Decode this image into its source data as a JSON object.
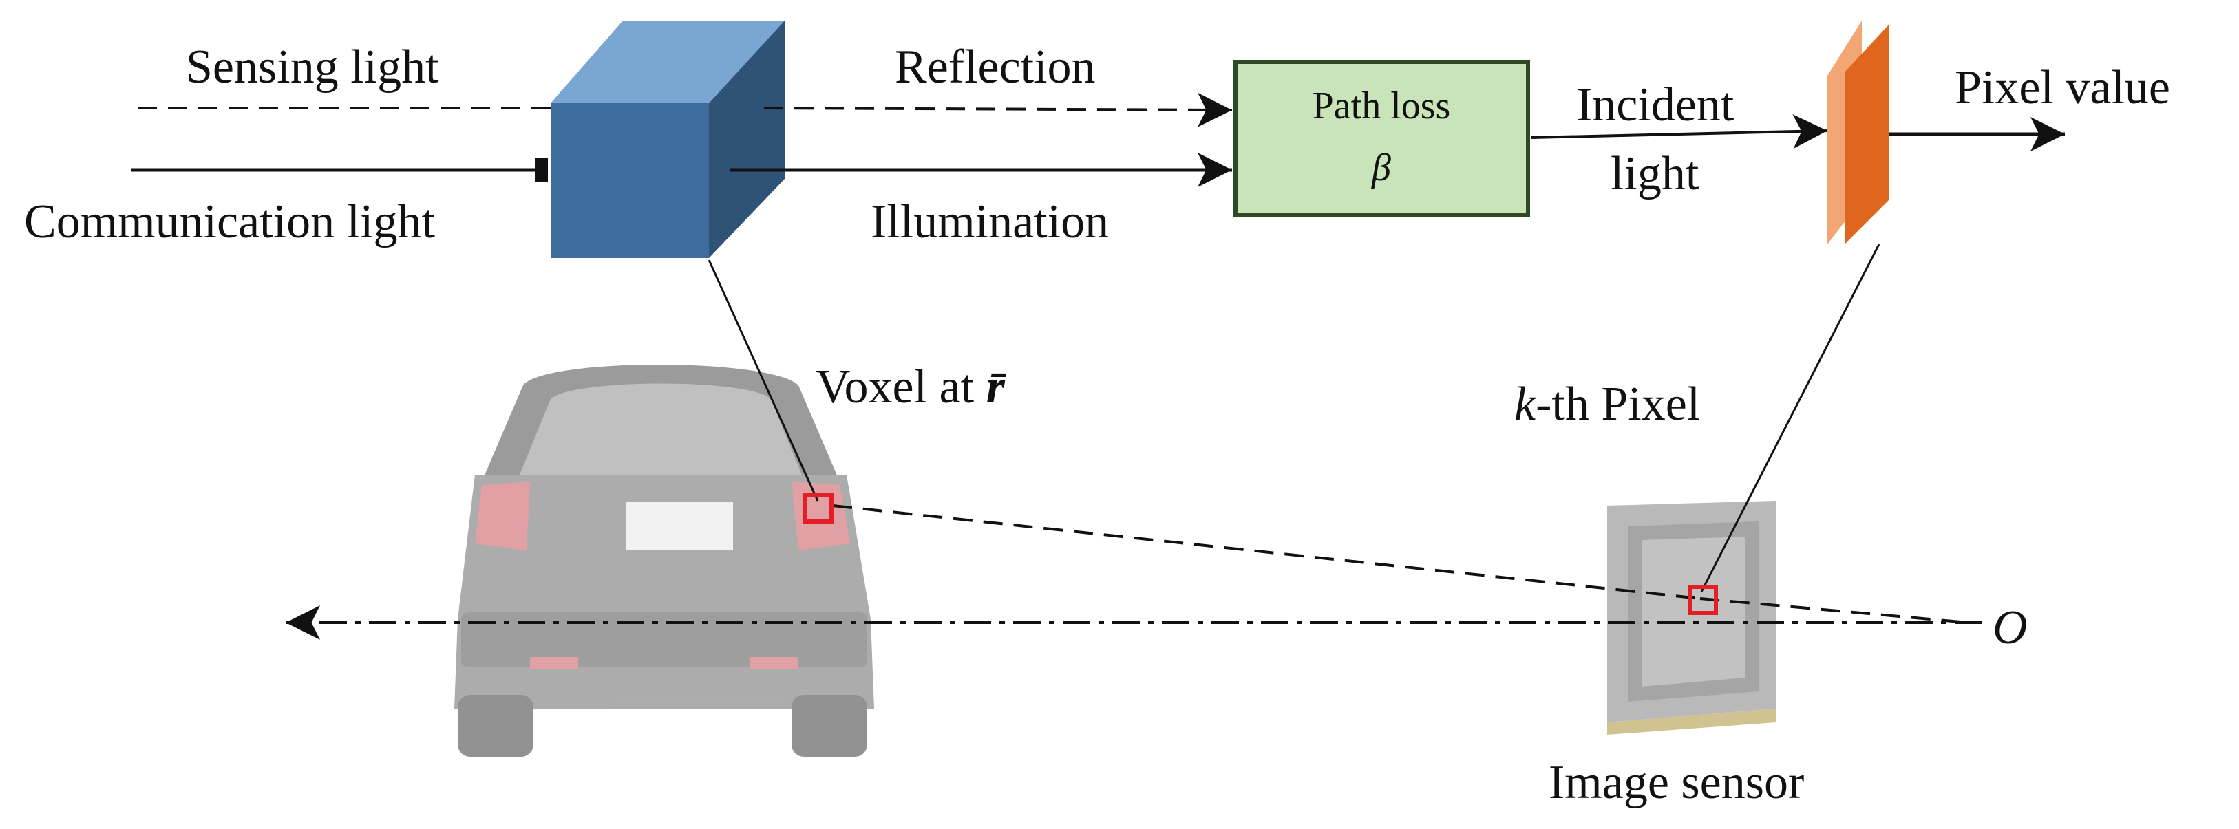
{
  "labels": {
    "sensing_light": "Sensing light",
    "communication_light": "Communication light",
    "reflection": "Reflection",
    "illumination": "Illumination",
    "path_loss": "Path loss",
    "beta": "β",
    "incident_1": "Incident",
    "incident_2": "light",
    "pixel_value": "Pixel value",
    "voxel_prefix": "Voxel at ",
    "voxel_symbol": "r̄",
    "kth_k": "k",
    "kth_rest": "-th Pixel",
    "image_sensor": "Image sensor",
    "origin": "O"
  },
  "colors": {
    "cube_front": "#3e6c9c",
    "cube_top": "#7aa6d4",
    "cube_side": "#2f5277",
    "path_loss_fill": "#c9e4b8",
    "path_loss_stroke": "#2e4a24",
    "sensor_front": "#e0661e",
    "sensor_side": "#f2a674",
    "highlight": "#e31e24",
    "line": "#111111",
    "car_body": "#7a7a7a"
  },
  "icons": {
    "transmitter": "blue-cube-icon",
    "receiver": "orange-panel-icon",
    "vehicle": "car-rear-icon",
    "sensor": "image-sensor-chip-icon"
  }
}
